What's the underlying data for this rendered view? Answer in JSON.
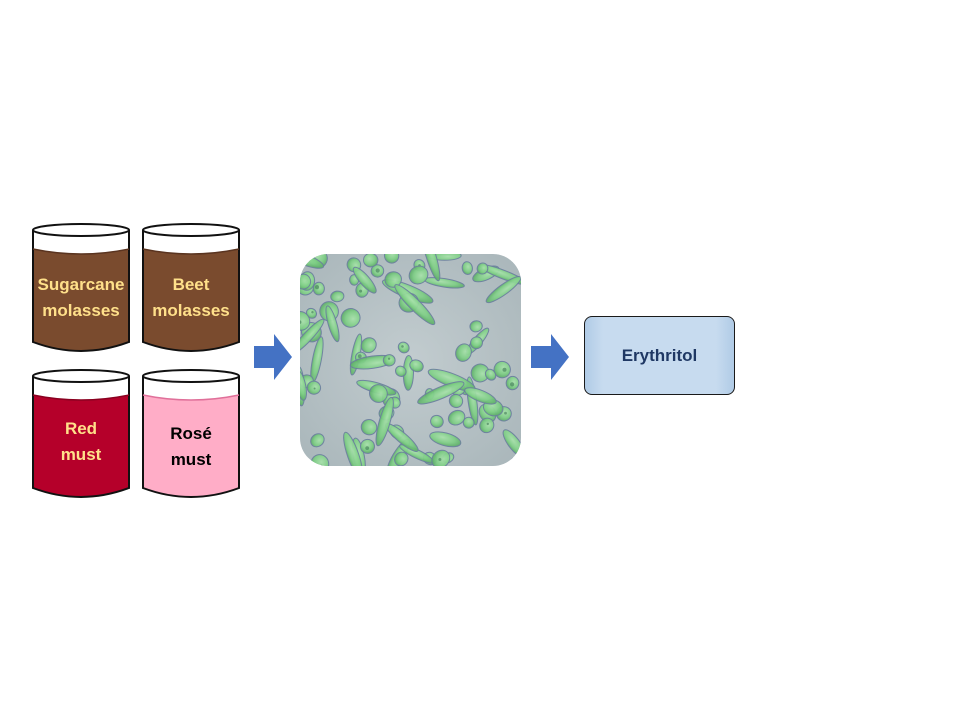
{
  "inputs": [
    {
      "line1": "Sugarcane",
      "line2": "molasses",
      "fill": "#7a4b2e",
      "text_color": "#ffe08a"
    },
    {
      "line1": "Beet",
      "line2": "molasses",
      "fill": "#7a4b2e",
      "text_color": "#ffe08a"
    },
    {
      "line1": "Red",
      "line2": "must",
      "fill": "#b5002a",
      "text_color": "#ffe08a"
    },
    {
      "line1": "Rosé",
      "line2": "must",
      "fill": "#ffadc7",
      "text_color": "#000000"
    }
  ],
  "arrows": {
    "color": "#4472c4"
  },
  "microscopy": {
    "cells": "yeast-cells",
    "background": "#b8c4c7",
    "cell_color": "#7fcf86"
  },
  "product": {
    "label": "Erythritol",
    "fill": "#c7dbef",
    "text_color": "#1f3864"
  }
}
